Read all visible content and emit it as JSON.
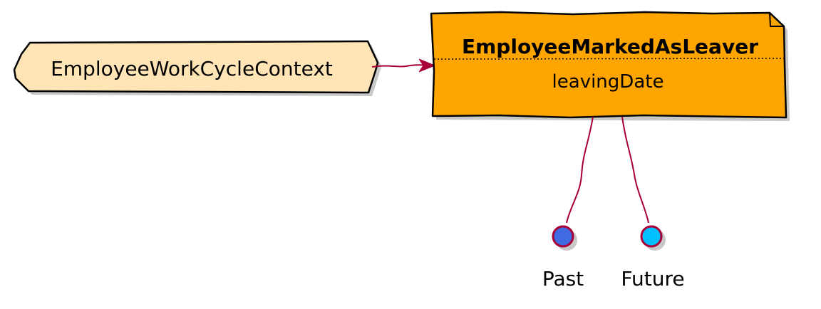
{
  "context": {
    "label": "EmployeeWorkCycleContext",
    "fill": "#FFE4B5"
  },
  "event": {
    "title": "EmployeeMarkedAsLeaver",
    "field": "leavingDate",
    "fill": "#FFA500"
  },
  "interfaces": [
    {
      "label": "Past",
      "fill": "#4169E1"
    },
    {
      "label": "Future",
      "fill": "#00BFFF"
    }
  ],
  "colors": {
    "connector": "#A80036",
    "outline": "#000000",
    "shadow": "#C8C8C8"
  }
}
